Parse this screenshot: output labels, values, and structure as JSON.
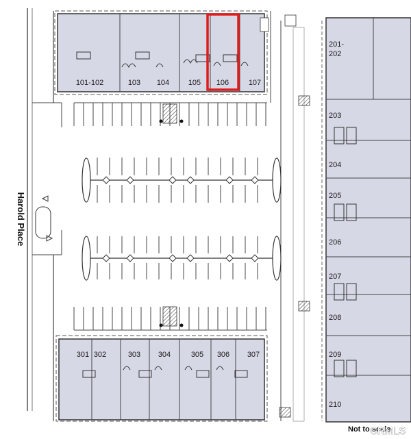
{
  "street": {
    "name": "Harold Place"
  },
  "note": "Not to scale",
  "watermark": "CRMLS",
  "colors": {
    "unit_fill": "#d7d8e6",
    "highlight": "#e01b1b",
    "line": "#333333"
  },
  "highlighted_unit": "106",
  "buildings": {
    "north": {
      "units": [
        "101-102",
        "103",
        "104",
        "105",
        "106",
        "107"
      ]
    },
    "east": {
      "units": [
        "201-202",
        "203",
        "204",
        "205",
        "206",
        "207",
        "208",
        "209",
        "210"
      ]
    },
    "south": {
      "units": [
        "301",
        "302",
        "303",
        "304",
        "305",
        "306",
        "307"
      ]
    }
  }
}
